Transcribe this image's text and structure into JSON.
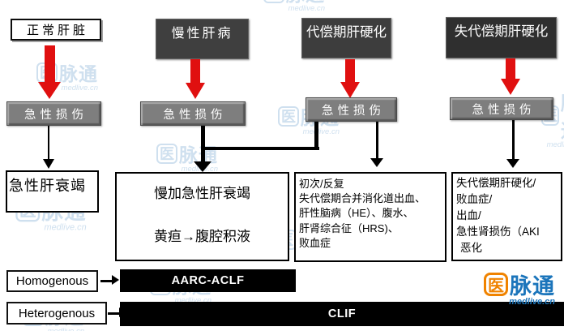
{
  "top_row": {
    "normal_liver": "正常肝脏",
    "chronic_liver_disease": "慢性肝病",
    "compensated_cirrhosis": "代偿期肝硬化",
    "decompensated_cirrhosis": "失代偿期肝硬化"
  },
  "injury_row": {
    "label": "急性损伤"
  },
  "outcome_row": {
    "acute_liver_failure": "急性肝衰竭",
    "aclf_title": "慢加急性肝衰竭",
    "aclf_sub": "黄疸→腹腔积液",
    "compensated_lines": [
      "初次/反复",
      "失代偿期合并消化道出血、",
      "肝性脑病（HE）、腹水、",
      "肝肾综合征（HRS)、",
      "败血症"
    ],
    "decompensated_lines": [
      "失代偿期肝硬化/",
      "败血症/",
      "出血/",
      "急性肾损伤（AKI",
      "恶化"
    ]
  },
  "classification": {
    "homogenous_label": "Homogenous",
    "homogenous_bar": "AARC-ACLF",
    "heterogenous_label": "Heterogenous",
    "heterogenous_bar": "CLIF"
  },
  "watermark": {
    "icon_char": "医",
    "brand_rest": "脉通",
    "domain": "medlive.cn"
  },
  "logo": {
    "icon_char": "医",
    "brand_rest": "脉通",
    "domain": "medlive.cn"
  },
  "colors": {
    "red_arrow": "#e01010",
    "dark_box": "#3f3f3f",
    "darker_box": "#2f2f2f",
    "gray_box": "#7e7e7e",
    "bar_black": "#000000",
    "watermark_blue": "#a9c7e2",
    "logo_orange": "#f08300",
    "logo_blue": "#1b75bb"
  }
}
